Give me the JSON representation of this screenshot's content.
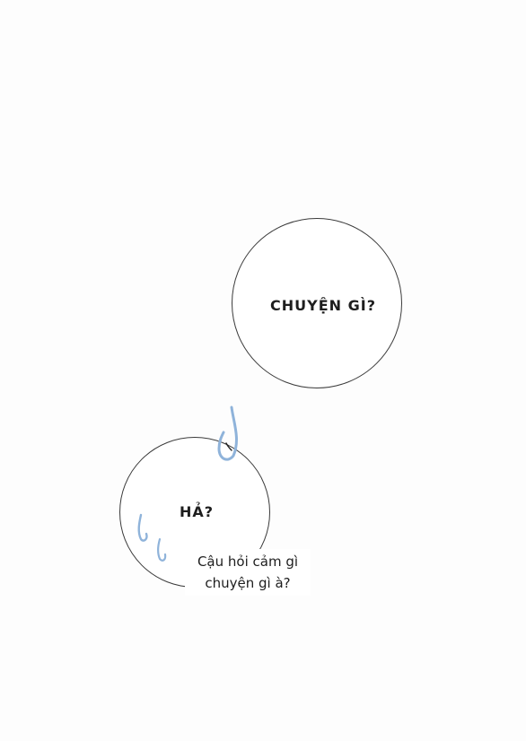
{
  "bubbles": {
    "top": {
      "text": "CHUYỆN GÌ?"
    },
    "bottom": {
      "text": "HẢ?"
    }
  },
  "narration": {
    "line1": "Cậu hỏi cảm gì",
    "line2": "chuyện gì à?"
  },
  "colors": {
    "background": "#fdfdfd",
    "bubble_stroke": "#3a3a3a",
    "sweat_drop": "#8fb3da"
  },
  "icons": [
    "sweat-drop-icon"
  ]
}
